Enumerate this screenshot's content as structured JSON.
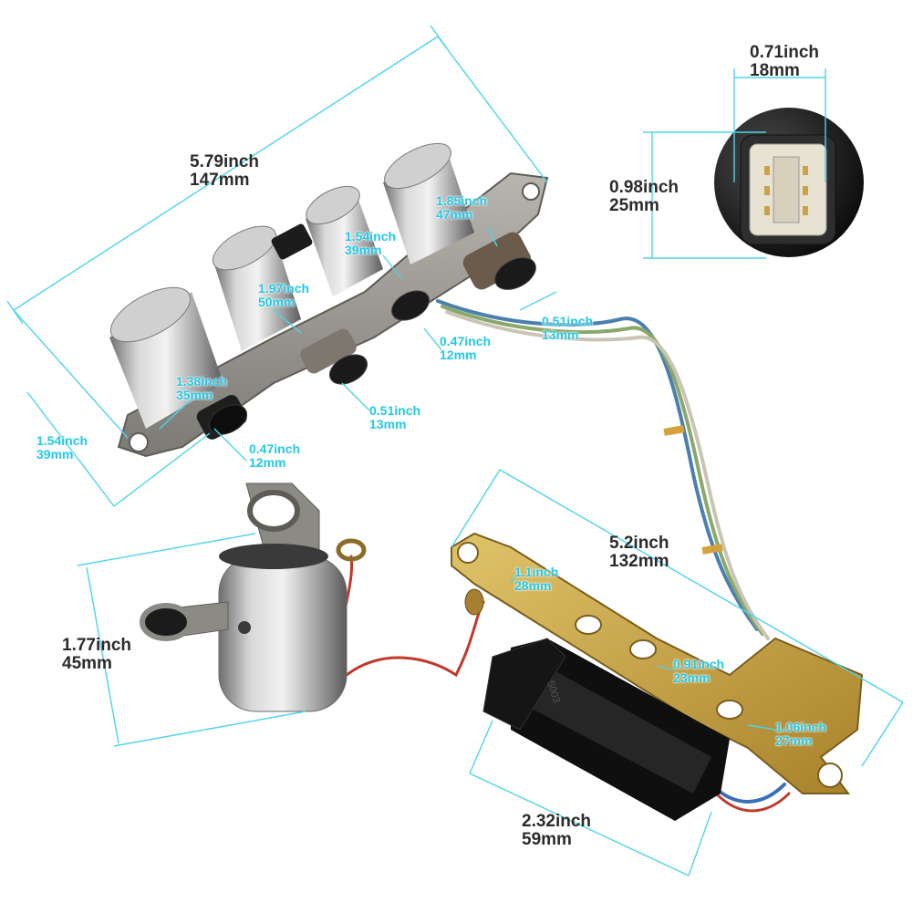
{
  "dimensions": [
    {
      "id": "harness-length",
      "inch": "5.79inch",
      "mm": "147mm"
    },
    {
      "id": "solenoid-a-height",
      "inch": "1.54inch",
      "mm": "39mm"
    },
    {
      "id": "solenoid-a-diameter",
      "inch": "1.38inch",
      "mm": "35mm"
    },
    {
      "id": "solenoid-a-tip",
      "inch": "0.47inch",
      "mm": "12mm"
    },
    {
      "id": "solenoid-b-diameter",
      "inch": "1.97inch",
      "mm": "50mm"
    },
    {
      "id": "solenoid-b-tip",
      "inch": "0.51inch",
      "mm": "13mm"
    },
    {
      "id": "solenoid-c-diameter",
      "inch": "1.54inch",
      "mm": "39mm"
    },
    {
      "id": "solenoid-c-tip",
      "inch": "0.47inch",
      "mm": "12mm"
    },
    {
      "id": "solenoid-d-diameter",
      "inch": "1.85inch",
      "mm": "47mm"
    },
    {
      "id": "solenoid-d-tip",
      "inch": "0.51inch",
      "mm": "13mm"
    },
    {
      "id": "connector-width",
      "inch": "0.71inch",
      "mm": "18mm"
    },
    {
      "id": "connector-height",
      "inch": "0.98inch",
      "mm": "25mm"
    },
    {
      "id": "single-solenoid-height",
      "inch": "1.77inch",
      "mm": "45mm"
    },
    {
      "id": "bracket-length",
      "inch": "5.2inch",
      "mm": "132mm"
    },
    {
      "id": "bracket-hole-a",
      "inch": "1.1inch",
      "mm": "28mm"
    },
    {
      "id": "bracket-hole-b",
      "inch": "0.91inch",
      "mm": "23mm"
    },
    {
      "id": "bracket-hole-c",
      "inch": "1.06inch",
      "mm": "27mm"
    },
    {
      "id": "sensor-length",
      "inch": "2.32inch",
      "mm": "59mm"
    }
  ],
  "sensor_marking": "5003",
  "colors": {
    "dimension_line": "#4fd3ea",
    "dimension_text_light": "#22c9e6",
    "dimension_text_dark": "#2b2b2b",
    "metal": "#a9a9a9",
    "brass": "#c9a33d",
    "plastic": "#1b1b1b"
  }
}
